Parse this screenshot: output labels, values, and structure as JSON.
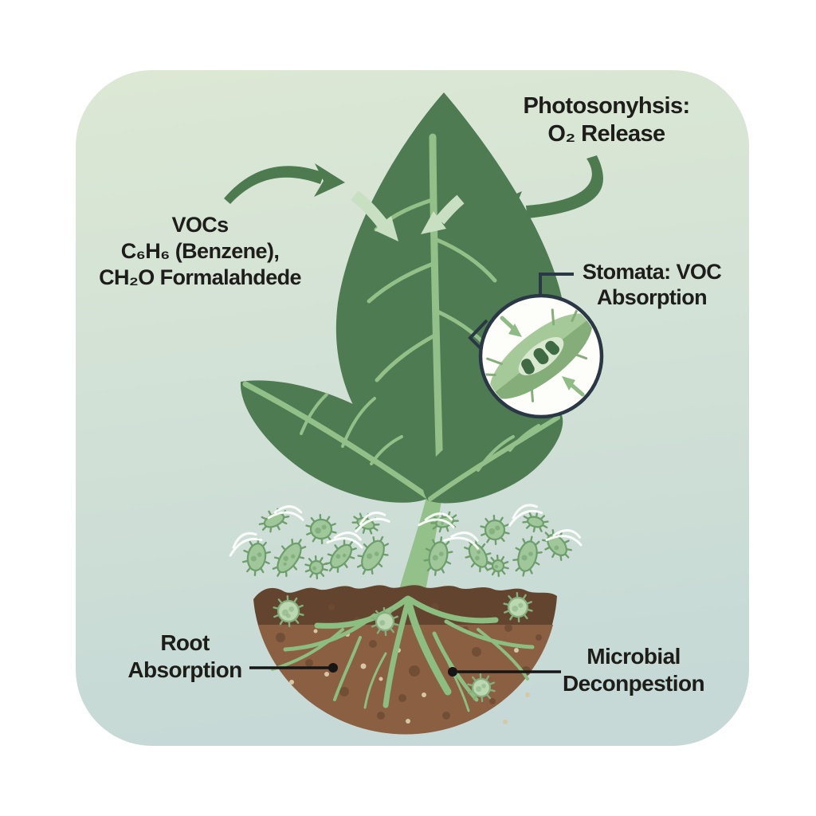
{
  "labels": {
    "photosynthesis": {
      "line1": "Photosonyhsis:",
      "line2": "O₂ Release"
    },
    "vocs": {
      "line1": "VOCs",
      "line2": "C₆H₆ (Benzene),",
      "line3": "CH₂O Formalahdede"
    },
    "stomata": {
      "line1": "Stomata: VOC",
      "line2": "Absorption"
    },
    "root": {
      "line1": "Root",
      "line2": "Absorption"
    },
    "microbial": {
      "line1": "Microbial",
      "line2": "Deconpestion"
    }
  },
  "colors": {
    "panel_top": "#dce8d4",
    "panel_mid": "#d2e1d6",
    "panel_bottom": "#c6d9d6",
    "leaf_dark": "#4e7b51",
    "leaf_vein": "#93c089",
    "stem": "#94c189",
    "roots": "#8cbd81",
    "arrow_dark": "#4d7b4f",
    "arrow_pale": "#c9dfc1",
    "soil_top": "#63452f",
    "soil_body": "#8a5f42",
    "soil_speck_dark": "#6d4b33",
    "soil_speck_light": "#d8c7a5",
    "microbe_body": "#9fc799",
    "microbe_line": "#6f9e6d",
    "soil_microbe_body": "#bcd8b2",
    "soil_microbe_line": "#85b07d",
    "inset_border": "#2a3744",
    "inset_fill": "#fdfdfa",
    "text": "#1d1d1a",
    "leader": "#161616",
    "motion_arc": "#ffffff"
  },
  "illustration": {
    "air_microbes": [
      [
        344,
        653,
        13,
        7,
        -25,
        0
      ],
      [
        403,
        664,
        13,
        12,
        0,
        2
      ],
      [
        459,
        657,
        11,
        6,
        20,
        1
      ],
      [
        322,
        699,
        11,
        17,
        8,
        2
      ],
      [
        363,
        700,
        10,
        21,
        35,
        3
      ],
      [
        397,
        712,
        8,
        8,
        0,
        1
      ],
      [
        428,
        698,
        9,
        17,
        40,
        2
      ],
      [
        468,
        697,
        11,
        20,
        30,
        2
      ],
      [
        558,
        655,
        11,
        6,
        -15,
        1
      ],
      [
        550,
        698,
        11,
        18,
        12,
        2
      ],
      [
        600,
        697,
        9,
        16,
        -30,
        2
      ],
      [
        621,
        665,
        12,
        12,
        0,
        2
      ],
      [
        625,
        710,
        7,
        7,
        0,
        1
      ],
      [
        662,
        698,
        11,
        19,
        15,
        2
      ],
      [
        699,
        684,
        9,
        15,
        -40,
        1
      ],
      [
        672,
        655,
        10,
        6,
        15,
        0
      ]
    ],
    "soil_microbes": [
      [
        362,
        767,
        13,
        13,
        0,
        3
      ],
      [
        483,
        780,
        11,
        11,
        0,
        1
      ],
      [
        650,
        762,
        12,
        12,
        0,
        2
      ],
      [
        604,
        863,
        11,
        11,
        0,
        2
      ]
    ],
    "soil_speckles_dark": [
      [
        352,
        800,
        6
      ],
      [
        388,
        832,
        5
      ],
      [
        432,
        868,
        6
      ],
      [
        468,
        808,
        5
      ],
      [
        520,
        842,
        7
      ],
      [
        560,
        898,
        5
      ],
      [
        598,
        818,
        6
      ],
      [
        638,
        788,
        5
      ],
      [
        660,
        842,
        6
      ],
      [
        478,
        898,
        5
      ],
      [
        546,
        762,
        5
      ],
      [
        584,
        790,
        4
      ],
      [
        416,
        762,
        4
      ],
      [
        618,
        880,
        4
      ],
      [
        505,
        876,
        5
      ],
      [
        676,
        800,
        4
      ],
      [
        356,
        772,
        4
      ],
      [
        448,
        778,
        4
      ]
    ],
    "soil_speckles_light": [
      [
        366,
        856,
        3
      ],
      [
        410,
        846,
        3
      ],
      [
        456,
        836,
        3.5
      ],
      [
        500,
        816,
        3
      ],
      [
        532,
        872,
        3
      ],
      [
        570,
        846,
        3
      ],
      [
        612,
        862,
        3
      ],
      [
        648,
        816,
        3
      ],
      [
        436,
        796,
        3
      ],
      [
        662,
        872,
        3
      ],
      [
        396,
        792,
        2.5
      ],
      [
        634,
        906,
        3
      ],
      [
        512,
        905,
        3
      ],
      [
        478,
        852,
        2.5
      ]
    ],
    "motion_arcs": [
      [
        306,
        676,
        -20
      ],
      [
        362,
        640,
        10
      ],
      [
        437,
        673,
        15
      ],
      [
        467,
        649,
        -10
      ],
      [
        551,
        649,
        10
      ],
      [
        584,
        673,
        20
      ],
      [
        658,
        640,
        -15
      ],
      [
        712,
        670,
        15
      ]
    ]
  }
}
